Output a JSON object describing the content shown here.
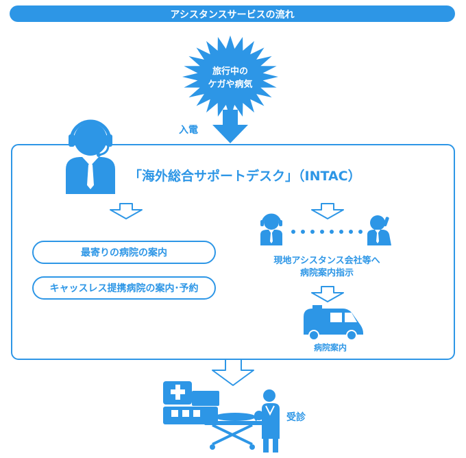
{
  "header": {
    "title": "アシスタンスサービスの流れ"
  },
  "burst": {
    "line1": "旅行中の",
    "line2": "ケガや病気"
  },
  "call_label": "入電",
  "desk": {
    "title": "「海外総合サポートデスク」（INTAC）"
  },
  "left_options": [
    {
      "label": "最寄りの病院の案内"
    },
    {
      "label": "キャッスレス提携病院の案内･予約"
    }
  ],
  "right_flow": {
    "instruction_line1": "現地アシスタンス会社等へ",
    "instruction_line2": "病院案内指示",
    "vehicle_label": "病院案内"
  },
  "final_label": "受診",
  "colors": {
    "accent": "#2d96e6",
    "background": "#ffffff",
    "header_text": "#ffffff"
  }
}
